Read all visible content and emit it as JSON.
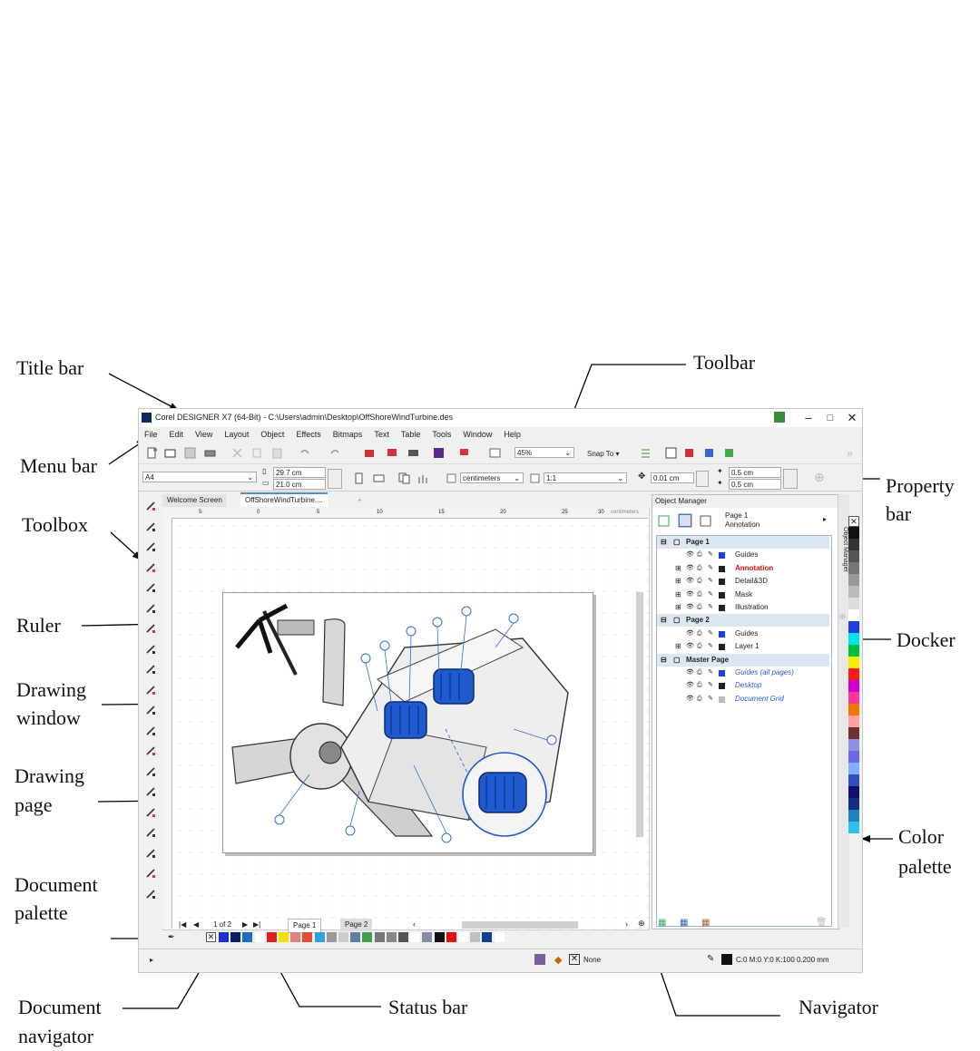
{
  "callouts": {
    "title_bar": "Title bar",
    "menu_bar": "Menu bar",
    "toolbox": "Toolbox",
    "ruler": "Ruler",
    "drawing_window_1": "Drawing",
    "drawing_window_2": "window",
    "drawing_page_1": "Drawing",
    "drawing_page_2": "page",
    "document_palette_1": "Document",
    "document_palette_2": "palette",
    "document_navigator_1": "Document",
    "document_navigator_2": "navigator",
    "toolbar": "Toolbar",
    "property_bar_1": "Property",
    "property_bar_2": "bar",
    "docker": "Docker",
    "color_palette_1": "Color",
    "color_palette_2": "palette",
    "status_bar": "Status bar",
    "navigator": "Navigator"
  },
  "app": {
    "title": "Corel DESIGNER X7 (64-Bit) - C:\\Users\\admin\\Desktop\\OffShoreWindTurbine.des",
    "menu": [
      "File",
      "Edit",
      "View",
      "Layout",
      "Object",
      "Effects",
      "Bitmaps",
      "Text",
      "Table",
      "Tools",
      "Window",
      "Help"
    ],
    "toolbar": {
      "zoom": "45%",
      "snap_to": "Snap To"
    },
    "property_bar": {
      "page_size": "A4",
      "width": "29.7 cm",
      "height": "21.0 cm",
      "units": "centimeters",
      "scale": "1:1",
      "nudge": "0.01 cm",
      "dup_x": "0.5 cm",
      "dup_y": "0.5 cm"
    },
    "tabs": [
      "Welcome Screen",
      "OffShoreWindTurbine...."
    ],
    "ruler_units": "centimeters",
    "ruler_ticks": [
      "5",
      "0",
      "5",
      "10",
      "15",
      "20",
      "25",
      "30"
    ],
    "page_tabs": [
      "Page 1",
      "Page 2"
    ],
    "page_counter": "1 of 2",
    "docker": {
      "title": "Object Manager",
      "current_page": "Page 1",
      "current_layer": "Annotation",
      "side_label": "Object Manager",
      "tree": [
        {
          "label": "Page 1",
          "kind": "page"
        },
        {
          "label": "Guides",
          "kind": "layer",
          "color": "#1a3ee8"
        },
        {
          "label": "Annotation",
          "kind": "layer-active",
          "color": "#222222"
        },
        {
          "label": "Detail&3D",
          "kind": "layer",
          "color": "#222222"
        },
        {
          "label": "Mask",
          "kind": "layer",
          "color": "#222222"
        },
        {
          "label": "Illustration",
          "kind": "layer",
          "color": "#222222"
        },
        {
          "label": "Page 2",
          "kind": "page"
        },
        {
          "label": "Guides",
          "kind": "layer",
          "color": "#1a3ee8"
        },
        {
          "label": "Layer 1",
          "kind": "layer",
          "color": "#222222"
        },
        {
          "label": "Master Page",
          "kind": "page"
        },
        {
          "label": "Guides (all pages)",
          "kind": "master",
          "color": "#1a3ee8"
        },
        {
          "label": "Desktop",
          "kind": "master",
          "color": "#222222"
        },
        {
          "label": "Document Grid",
          "kind": "master",
          "color": "#bbbbbb"
        }
      ]
    },
    "status": {
      "fill": "None",
      "outline": "C:0 M:0 Y:0 K:100  0.200 mm"
    },
    "colors": {
      "palette": [
        "#111111",
        "#333333",
        "#555555",
        "#777777",
        "#999999",
        "#bbbbbb",
        "#dddddd",
        "#ffffff",
        "#1f3fe0",
        "#00e5f0",
        "#00c040",
        "#f0f000",
        "#ff1a1a",
        "#d000d0",
        "#ff3399",
        "#f07800",
        "#ffa0a0",
        "#703030",
        "#9090e0",
        "#6a6ae8",
        "#7ab0ff",
        "#3050c0",
        "#101070",
        "#103080",
        "#2080c0",
        "#30c0f0"
      ],
      "doc_palette": [
        "#1f2fd0",
        "#0a2060",
        "#1a6fc0",
        "#ffffff",
        "#e02020",
        "#f0e000",
        "#e08080",
        "#e05030",
        "#30a0e0",
        "#999999",
        "#cccccc",
        "#6080a0",
        "#40a050",
        "#777777",
        "#888888",
        "#555555",
        "#ffffff",
        "#8090a0",
        "#111111",
        "#e01010",
        "#ffffff",
        "#c0c0c0",
        "#104090",
        "#ffffff"
      ]
    }
  }
}
